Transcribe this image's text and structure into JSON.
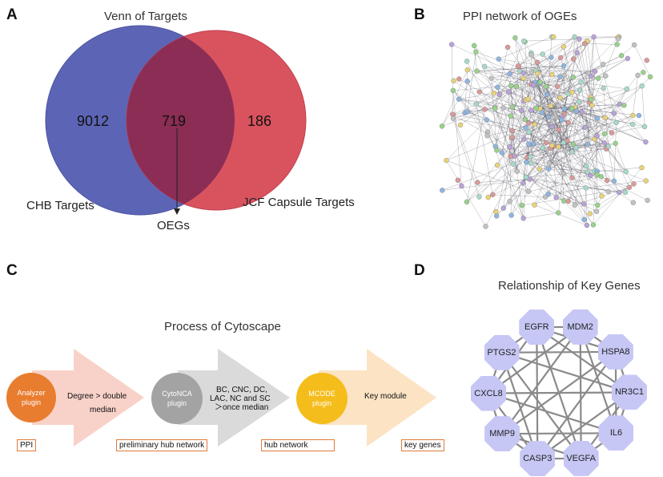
{
  "panels": {
    "a": {
      "letter": "A",
      "title": "Venn of Targets",
      "left_count": "9012",
      "overlap_count": "719",
      "right_count": "186",
      "left_label": "CHB Targets",
      "right_label": "JCF Capsule Targets",
      "arrow_label": "OEGs",
      "colors": {
        "left": "#5c65b5",
        "right": "#d9535f",
        "overlap": "#8b2d55"
      }
    },
    "b": {
      "letter": "B",
      "title": "PPI network of OGEs"
    },
    "c": {
      "letter": "C",
      "title": "Process of Cytoscape",
      "stage1": {
        "circle_line1": "Analyzer",
        "circle_line2": "plugin",
        "text_line1": "Degree >   double",
        "text_line2": "median",
        "tag": "PPI"
      },
      "stage2": {
        "circle_line1": "CytoNCA",
        "circle_line2": "plugin",
        "text_line1": "BC, CNC, DC,",
        "text_line2": "LAC, NC and SC",
        "text_line3": "＞once median",
        "tag": "preliminary hub network"
      },
      "stage3": {
        "circle_line1": "MCODE",
        "circle_line2": "plugin",
        "text_line1": "Key module",
        "tag": "hub network"
      },
      "final_tag": "key genes",
      "colors": {
        "circle1": "#e97d2f",
        "circle2": "#a3a3a3",
        "circle3": "#f5bd1c",
        "arrow1": "#f8d2c8",
        "arrow2": "#dadada",
        "arrow3": "#fbe3c4"
      }
    },
    "d": {
      "letter": "D",
      "title": "Relationship of Key Genes",
      "genes": [
        "EGFR",
        "MDM2",
        "HSPA8",
        "NR3C1",
        "IL6",
        "VEGFA",
        "CASP3",
        "MMP9",
        "CXCL8",
        "PTGS2"
      ],
      "node_color": "#c6c7f5"
    }
  }
}
